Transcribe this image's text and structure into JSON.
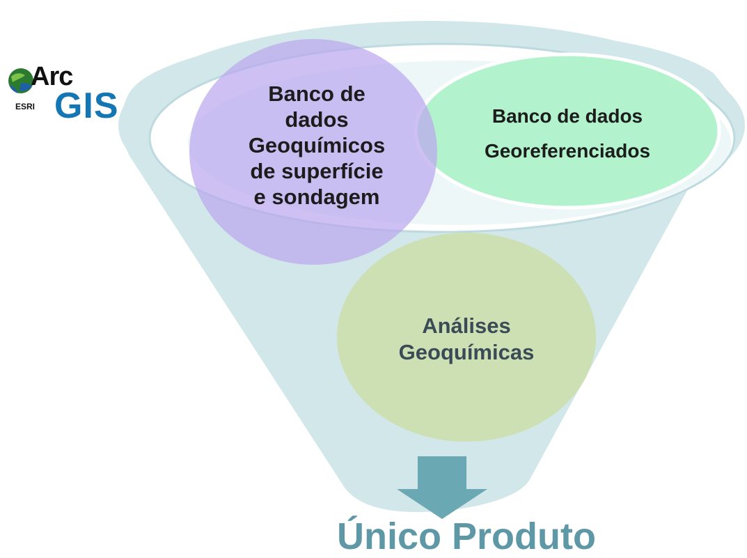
{
  "logo": {
    "arc": "Arc",
    "esri": "ESRI",
    "gis": "GIS",
    "name": "arcgis-logo",
    "icon": "globe-icon"
  },
  "nodes": {
    "banco_geoquimicos": {
      "lines": [
        "Banco de",
        "dados",
        "Geoquímicos",
        "de superfície",
        "e sondagem"
      ]
    },
    "banco_georeferenciados": {
      "lines": [
        "Banco de dados",
        "Georeferenciados"
      ]
    },
    "analises": {
      "lines": [
        "Análises",
        "Geoquímicas"
      ]
    }
  },
  "output": {
    "label": "Único Produto",
    "icon": "arrow-down-icon"
  },
  "colors": {
    "funnel": "#d2e7ea",
    "funnel_inner": "#eaf5f6",
    "purple": "#c7b8ef",
    "green": "#b2f2cc",
    "olive": "#cde0b4",
    "arrow": "#6aa8b3",
    "gis_blue": "#1576b4",
    "output_text": "#5e98a6"
  }
}
